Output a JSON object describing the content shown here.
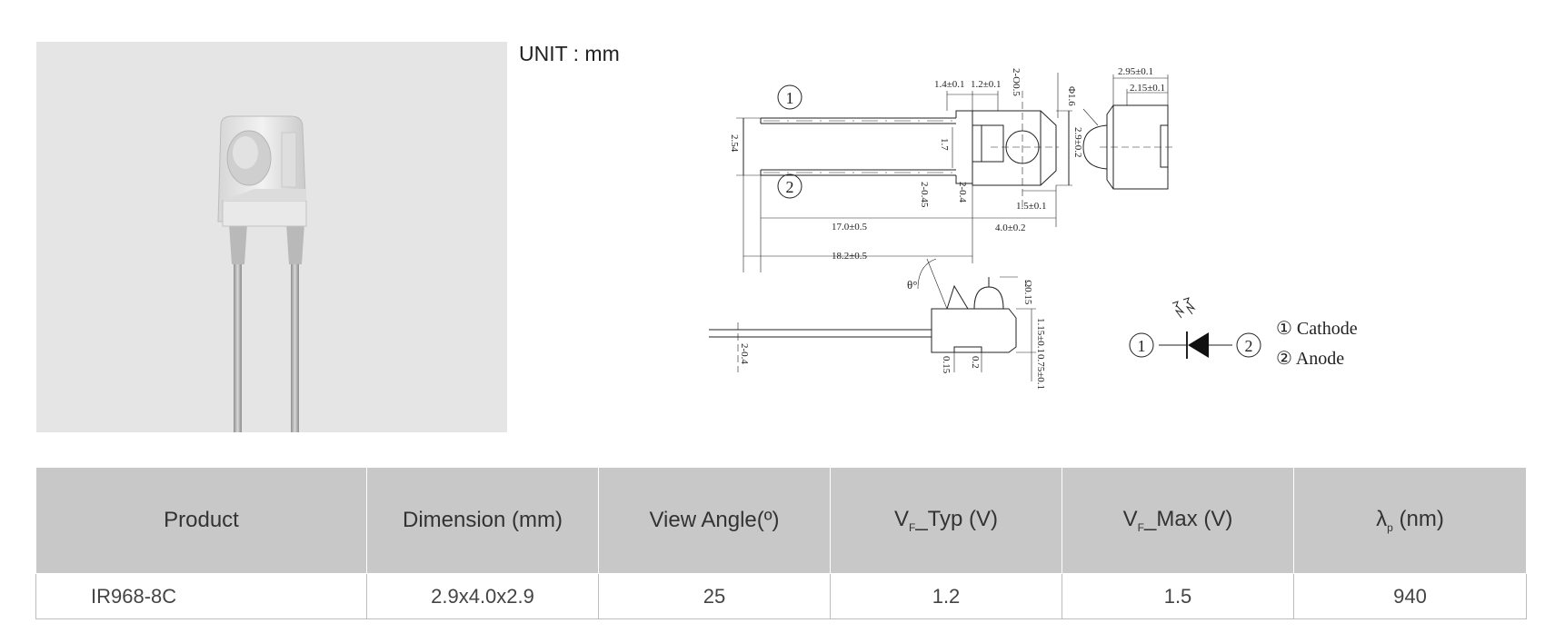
{
  "unit_label": "UNIT : mm",
  "drawing": {
    "pin1": "1",
    "pin2": "2",
    "dims": {
      "d1": "1.4±0.1",
      "d2": "1.2±0.1",
      "d3": "2-O0.5",
      "d4": "2.54",
      "d5": "1.7",
      "d6": "2.9±0.2",
      "d7": "2-0.45",
      "d8": "2-0.4",
      "d9": "1.5±0.1",
      "d10": "17.0±0.5",
      "d11": "4.0±0.2",
      "d12": "18.2±0.5",
      "d13": "2.95±0.1",
      "d14": "2.15±0.1",
      "d15": "Φ1.6",
      "d16": "Ω0.15",
      "d17": "θ°",
      "d18": "1.15±0.1",
      "d19": "2-0.4",
      "d20": "0.15",
      "d21": "0.2",
      "d22": "0.75±0.1"
    },
    "legend": {
      "cathode": "① Cathode",
      "anode": "② Anode"
    }
  },
  "table": {
    "headers": {
      "product": "Product",
      "dimension": "Dimension (mm)",
      "view_angle": "View Angle(º)",
      "vf_typ_prefix": "V",
      "vf_typ_sub": "F",
      "vf_typ_suffix": "_Typ (V)",
      "vf_max_prefix": "V",
      "vf_max_sub": "F",
      "vf_max_suffix": "_Max (V)",
      "lambda_prefix": "λ",
      "lambda_sub": "p",
      "lambda_suffix": " (nm)"
    },
    "rows": [
      {
        "product": "IR968-8C",
        "dimension": "2.9x4.0x2.9",
        "view_angle": "25",
        "vf_typ": "1.2",
        "vf_max": "1.5",
        "lambda": "940"
      }
    ]
  }
}
